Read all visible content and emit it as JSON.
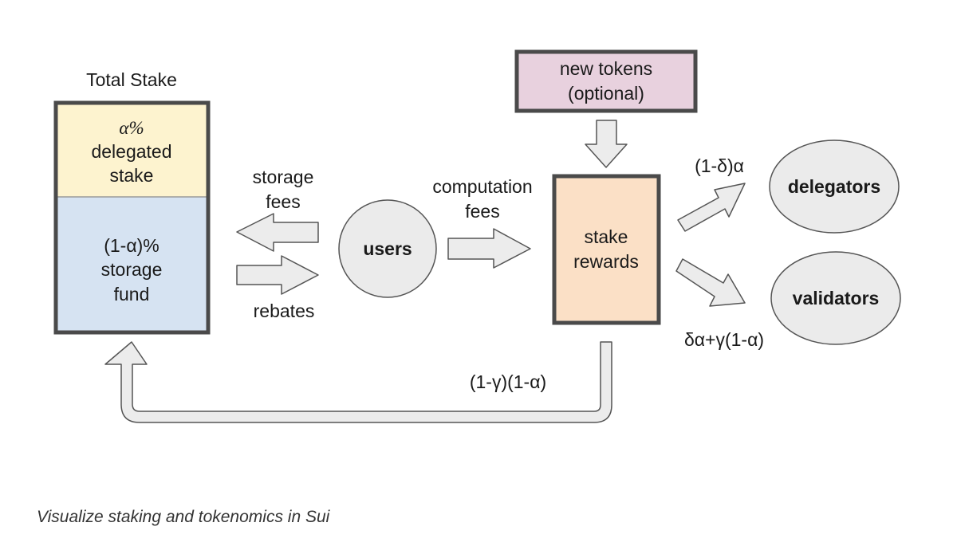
{
  "total_stake": {
    "title": "Total Stake",
    "delegated": {
      "line1": "α%",
      "line2": "delegated",
      "line3": "stake"
    },
    "storage": {
      "line1": "(1-α)%",
      "line2": "storage",
      "line3": "fund"
    }
  },
  "storage_fees": {
    "line1": "storage",
    "line2": "fees"
  },
  "rebates": "rebates",
  "users": "users",
  "computation_fees": {
    "line1": "computation",
    "line2": "fees"
  },
  "new_tokens": {
    "line1": "new tokens",
    "line2": "(optional)"
  },
  "stake_rewards": {
    "line1": "stake",
    "line2": "rewards"
  },
  "delegators": "delegators",
  "validators": "validators",
  "delegator_share": "(1-δ)α",
  "validator_share": "δα+γ(1-α)",
  "return_share": "(1-γ)(1-α)",
  "caption": "Visualize staking and tokenomics in Sui",
  "colors": {
    "delegated_fill": "#fdf3cf",
    "storage_fill": "#d6e3f2",
    "new_tokens_fill": "#e8d1de",
    "stake_rewards_fill": "#fbe0c6",
    "ellipse_fill": "#ebebeb",
    "arrow_fill": "#ececec",
    "border": "#4a4a4a"
  }
}
